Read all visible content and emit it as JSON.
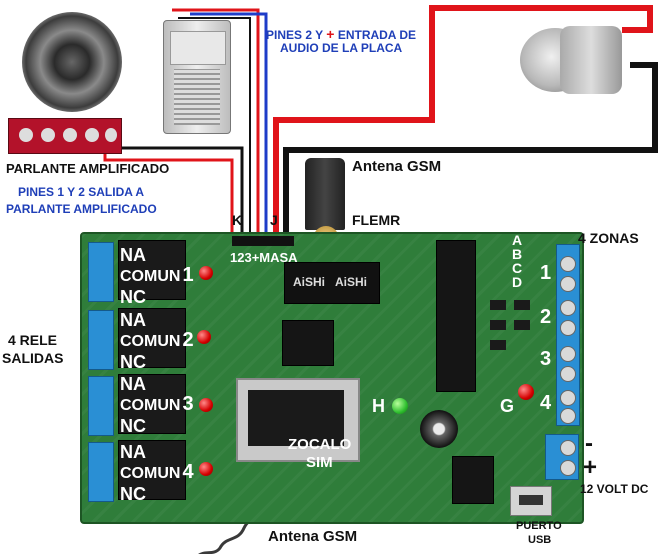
{
  "labels": {
    "parlante": "PARLANTE AMPLIFICADO",
    "pines_salida": [
      "PINES 1 Y 2 SALIDA A",
      "PARLANTE AMPLIFICADO"
    ],
    "pines_entrada_1": "PINES 2 Y",
    "pines_entrada_plus": "+",
    "pines_entrada_2": "ENTRADA DE",
    "pines_entrada_3": "AUDIO DE LA PLACA",
    "antena_top": "Antena GSM",
    "flemr": "FLEMR",
    "k": "K",
    "j": "J",
    "masa": "123+MASA",
    "zonas": "4 ZONAS",
    "rele": [
      "4 RELE",
      "SALIDAS"
    ],
    "relays": [
      {
        "na": "NA",
        "comun": "COMUN",
        "num": "1",
        "nc": "NC"
      },
      {
        "na": "NA",
        "comun": "COMUN",
        "num": "2",
        "nc": "NC"
      },
      {
        "na": "NA",
        "comun": "COMUN",
        "num": "3",
        "nc": "NC"
      },
      {
        "na": "NA",
        "comun": "COMUN",
        "num": "4",
        "nc": "NC"
      }
    ],
    "abcd": [
      "A",
      "B",
      "C",
      "D"
    ],
    "zone_nums": [
      "1",
      "2",
      "3",
      "4"
    ],
    "h": "H",
    "g": "G",
    "zocalo": [
      "ZOCALO",
      "SIM"
    ],
    "minus": "-",
    "plus": "+",
    "volt": "12 VOLT DC",
    "puerto": [
      "PUERTO",
      "USB"
    ],
    "antena_bottom": "Antena GSM",
    "aishi": [
      "AiSHi",
      "AiSHi"
    ]
  },
  "colors": {
    "pcb": "#2f7d3a",
    "wire_red": "#e0141a",
    "wire_black": "#111111",
    "wire_blue": "#1e3cc8",
    "connector": "#2a8fd4",
    "label_blue": "#1f3fb8"
  }
}
